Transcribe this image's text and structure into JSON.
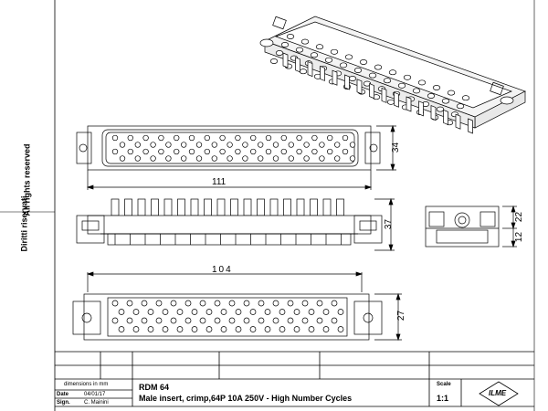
{
  "side": {
    "rights": "All rights reserved",
    "rights2": "Diritti riservati"
  },
  "dimensions": {
    "top_width": "111",
    "top_height": "34",
    "front_height": "37",
    "side_top": "22",
    "side_bottom": "12",
    "bottom_width": "104",
    "bottom_height": "27"
  },
  "titleblock": {
    "units": "dimensions in mm",
    "date_label": "Date",
    "date_value": "04/01/17",
    "sign_label": "Sign.",
    "sign_value": "C. Mainini",
    "part_no": "RDM 64",
    "description": "Male insert, crimp,64P 10A 250V - High Number Cycles",
    "scale_label": "Scale",
    "scale_value": "1:1",
    "logo": "ILME"
  }
}
